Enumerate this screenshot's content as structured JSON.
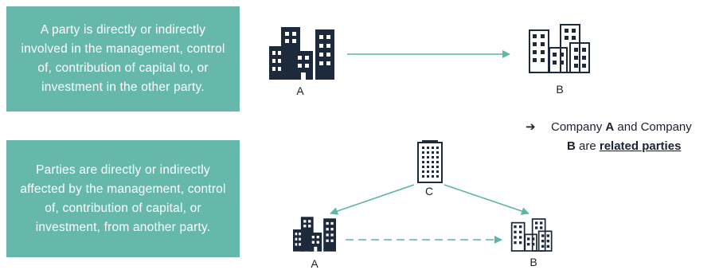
{
  "box_top": {
    "text": "A party is directly or indirectly involved in the management, control of, contribution of capital to, or investment in the other party."
  },
  "box_bottom": {
    "text": "Parties are directly or indirectly affected by the management, control of, contribution of capital, or investment, from another party."
  },
  "top_diagram": {
    "label_a": "A",
    "label_b": "B"
  },
  "bottom_diagram": {
    "label_a": "A",
    "label_b": "B",
    "label_c": "C"
  },
  "conclusion": {
    "arrow": "➔",
    "p1": "Company ",
    "a": "A",
    "p2": " and Company",
    "b": "B",
    "p3": " are ",
    "related": "related parties"
  },
  "colors": {
    "box": "#66b8ab",
    "navy": "#1c2a3c",
    "arrow": "#5fb5a8"
  },
  "icons": [
    "buildings-filled-icon",
    "buildings-outline-icon",
    "office-tower-icon"
  ]
}
